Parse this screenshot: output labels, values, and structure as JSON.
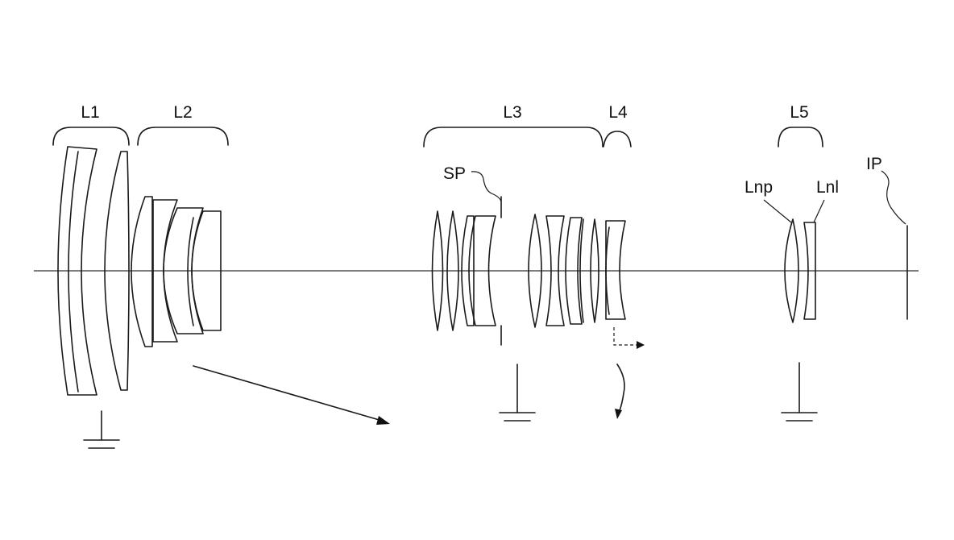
{
  "labels": {
    "l1": "L1",
    "l2": "L2",
    "l3": "L3",
    "l4": "L4",
    "l5": "L5",
    "sp": "SP",
    "ip": "IP",
    "lnp": "Lnp",
    "lnl": "Lnl"
  }
}
